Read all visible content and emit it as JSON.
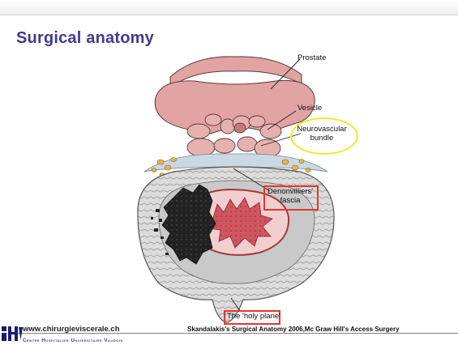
{
  "slide": {
    "title": "Surgical anatomy"
  },
  "diagram": {
    "labels": {
      "prostate": "Prostate",
      "vesicle": "Vesicle",
      "neurovascular_line1": "Neurovascular",
      "neurovascular_line2": "bundle",
      "denonvilliers_line1": "Denonvilliers'",
      "denonvilliers_line2": "fascia",
      "holy_plane": "The 'holy plane'"
    },
    "colors": {
      "highlight_box": "#e8352b",
      "highlight_ellipse": "#f2e928",
      "tissue_pink": "#e4a9a8",
      "mucosa_red": "#c8484e",
      "tumor_black": "#1f1f1f",
      "rectal_wall": "#d7d7d7"
    }
  },
  "citation": "Skandalakis's Surgical Anatomy 2006,Mc Graw Hill's Access Surgery",
  "footer": {
    "logo_text": "CHUV",
    "website": "www.chirurgieviscerale.ch",
    "hospital": "Centre Hospitalier Universitaire Vaudois"
  }
}
